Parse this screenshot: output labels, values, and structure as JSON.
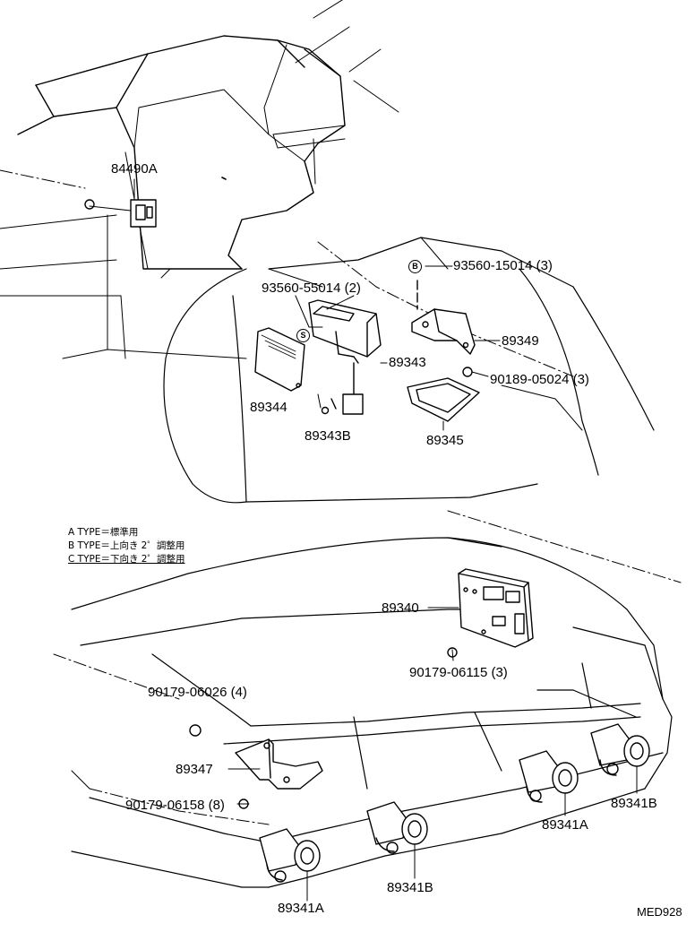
{
  "parts": {
    "p84490A": "84490A",
    "p93560_15014": "93560-15014 (3)",
    "p93560_55014": "93560-55014 (2)",
    "p89349": "89349",
    "p89343": "89343",
    "p90189_05024": "90189-05024 (3)",
    "p89344": "89344",
    "p89343B": "89343B",
    "p89345": "89345",
    "p89340": "89340",
    "p90179_06115": "90179-06115 (3)",
    "p90179_06026": "90179-06026 (4)",
    "p89347": "89347",
    "p90179_06158": "90179-06158 (8)",
    "p89341A_left": "89341A",
    "p89341B_mid": "89341B",
    "p89341A_right": "89341A",
    "p89341B_right": "89341B"
  },
  "markers": {
    "b": "B",
    "s": "S"
  },
  "legend": [
    "A TYPE＝標準用",
    "B TYPE＝上向き 2゜調整用",
    "C TYPE＝下向き 2゜調整用"
  ],
  "code": "MED928"
}
